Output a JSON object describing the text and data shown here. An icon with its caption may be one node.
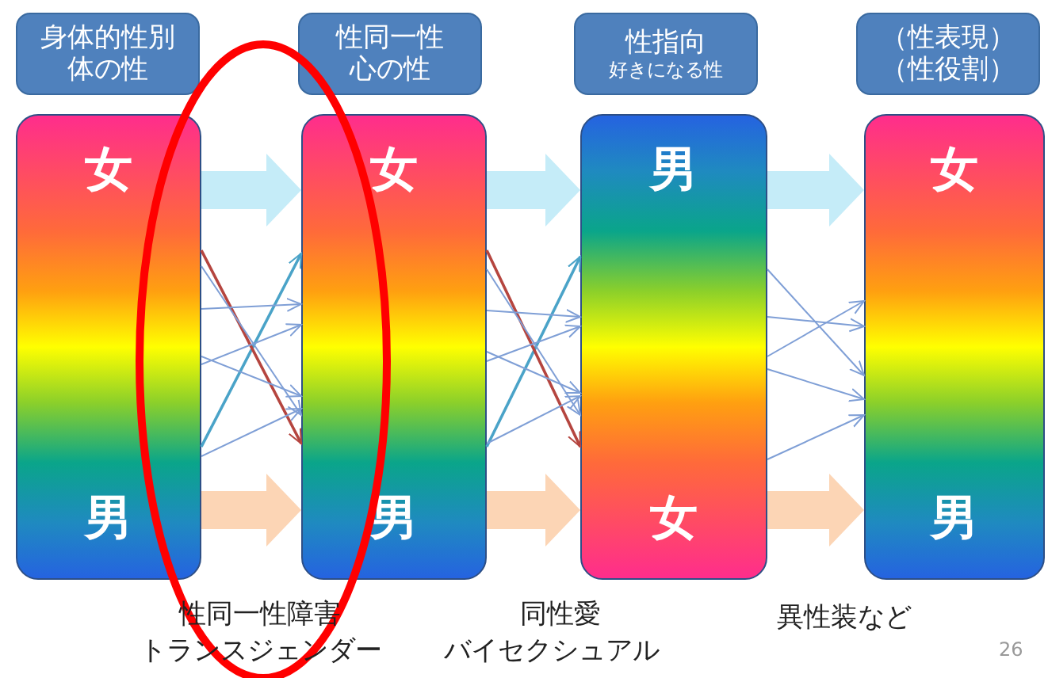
{
  "diagram": {
    "nodes": [
      {
        "text": [
          "身体的性別",
          "体の性"
        ]
      },
      {
        "text": [
          "性同一性",
          "心の性"
        ]
      },
      {
        "text": [
          "性指向",
          "好きになる性"
        ]
      },
      {
        "text": [
          "（性表現）",
          "（性役割）"
        ]
      },
      {
        "text": [
          "女",
          "男"
        ]
      },
      {
        "text": [
          "女",
          "男"
        ]
      },
      {
        "text": [
          "男",
          "女"
        ]
      },
      {
        "text": [
          "女",
          "男"
        ]
      }
    ],
    "edges": [
      {
        "from": 4,
        "to": 5,
        "arrow": "to",
        "style": "thick",
        "color": "#c5ecf8"
      },
      {
        "from": 4,
        "to": 5,
        "arrow": "to",
        "style": "thick",
        "color": "#fcd5b5"
      },
      {
        "from": 4,
        "to": 5,
        "arrow": "to",
        "color": "#4aa3c8"
      },
      {
        "from": 4,
        "to": 5,
        "arrow": "to",
        "color": "#b5453f"
      },
      {
        "from": 4,
        "to": 5,
        "arrow": "to"
      },
      {
        "from": 4,
        "to": 5,
        "arrow": "to"
      },
      {
        "from": 4,
        "to": 5,
        "arrow": "to"
      },
      {
        "from": 4,
        "to": 5,
        "arrow": "to"
      },
      {
        "from": 4,
        "to": 5,
        "arrow": "to"
      },
      {
        "from": 5,
        "to": 6,
        "arrow": "to",
        "style": "thick",
        "color": "#c5ecf8"
      },
      {
        "from": 5,
        "to": 6,
        "arrow": "to",
        "style": "thick",
        "color": "#fcd5b5"
      },
      {
        "from": 5,
        "to": 6,
        "arrow": "to",
        "color": "#4aa3c8"
      },
      {
        "from": 5,
        "to": 6,
        "arrow": "to",
        "color": "#b5453f"
      },
      {
        "from": 5,
        "to": 6,
        "arrow": "to"
      },
      {
        "from": 5,
        "to": 6,
        "arrow": "to"
      },
      {
        "from": 5,
        "to": 6,
        "arrow": "to"
      },
      {
        "from": 5,
        "to": 6,
        "arrow": "to"
      },
      {
        "from": 5,
        "to": 6,
        "arrow": "to"
      },
      {
        "from": 6,
        "to": 7,
        "arrow": "to",
        "style": "thick",
        "color": "#c5ecf8"
      },
      {
        "from": 6,
        "to": 7,
        "arrow": "to",
        "style": "thick",
        "color": "#fcd5b5"
      },
      {
        "from": 6,
        "to": 7,
        "arrow": "to"
      },
      {
        "from": 6,
        "to": 7,
        "arrow": "to"
      },
      {
        "from": 6,
        "to": 7,
        "arrow": "to"
      },
      {
        "from": 6,
        "to": 7,
        "arrow": "to"
      },
      {
        "from": 6,
        "to": 7,
        "arrow": "to"
      }
    ],
    "labels": [
      "性同一性障害",
      "トランスジェンダー",
      "同性愛",
      "バイセクシュアル",
      "異性装など",
      "26"
    ]
  }
}
